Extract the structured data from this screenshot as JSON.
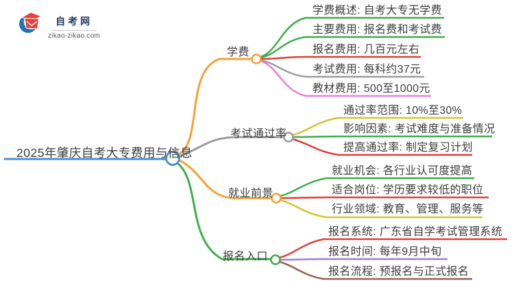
{
  "logo": {
    "site_name": "自考网",
    "domain": "zikao-zikao.com",
    "icon_blue": "#2273b5",
    "icon_red": "#e8403c"
  },
  "mindmap": {
    "root": {
      "label": "2025年肇庆自考大专费用与信息",
      "color": "#4a90d2"
    },
    "branches": [
      {
        "label": "学费",
        "color": "#f7a133",
        "leaves": [
          {
            "label": "学费概述: 自考大专无学费",
            "color": "#3dad4a"
          },
          {
            "label": "主要费用: 报名费和考试费",
            "color": "#3dad4a"
          },
          {
            "label": "报名费用: 几百元左右",
            "color": "#e23e38"
          },
          {
            "label": "考试费用: 每科约37元",
            "color": "#9c9c9c"
          },
          {
            "label": "教材费用: 500至1000元",
            "color": "#ee7fd4"
          }
        ]
      },
      {
        "label": "考试通过率",
        "color": "#9c9c9c",
        "leaves": [
          {
            "label": "通过率范围: 10%至30%",
            "color": "#d2c52f"
          },
          {
            "label": "影响因素: 考试难度与准备情况",
            "color": "#3dad4a"
          },
          {
            "label": "提高通过率: 制定复习计划",
            "color": "#e23e38"
          }
        ]
      },
      {
        "label": "就业前景",
        "color": "#f7a133",
        "leaves": [
          {
            "label": "就业机会: 各行业认可度提高",
            "color": "#3dad4a"
          },
          {
            "label": "适合岗位: 学历要求较低的职位",
            "color": "#e23e38"
          },
          {
            "label": "行业领域: 教育、管理、服务等",
            "color": "#d2c52f"
          }
        ]
      },
      {
        "label": "报名入口",
        "color": "#3dad4a",
        "leaves": [
          {
            "label": "报名系统: 广东省自学考试管理系统",
            "color": "#e23e38"
          },
          {
            "label": "报名时间: 每年9月中旬",
            "color": "#9c7fd6"
          },
          {
            "label": "报名流程: 预报名与正式报名",
            "color": "#99604f"
          }
        ]
      }
    ]
  }
}
